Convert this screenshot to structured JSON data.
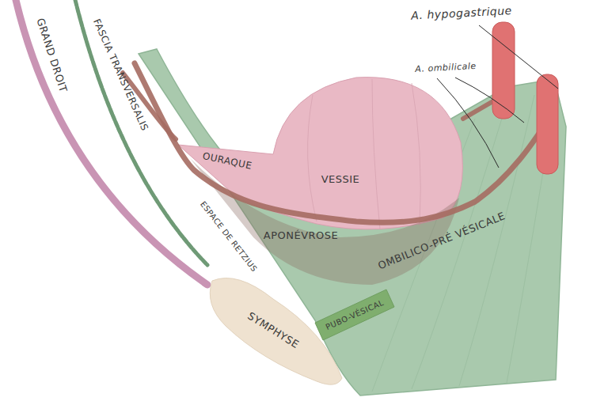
{
  "diagram": {
    "nodes": [
      {
        "text": [
          "VESSIE"
        ]
      },
      {
        "text": [
          "OURAQUE"
        ]
      },
      {
        "text": [
          "APONÉVROSE",
          "OMBILICO-PRÉ VÉSICALE"
        ]
      },
      {
        "text": [
          "SYMPHYSE"
        ]
      },
      {
        "text": [
          "PUBO-VÉSICAL"
        ]
      }
    ],
    "labels": [
      "GRAND DROIT",
      "FASCIA TRANSVERSALIS",
      "ESPACE DE RETZIUS",
      "A. hypogastrique",
      "A. ombilicale"
    ]
  }
}
